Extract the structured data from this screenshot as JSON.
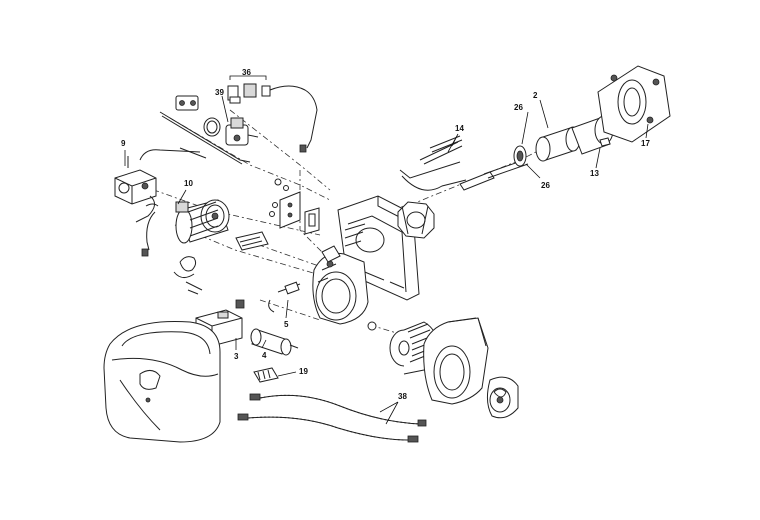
{
  "callouts": {
    "c36": "36",
    "c39": "39",
    "c9": "9",
    "c10": "10",
    "c14": "14",
    "c26a": "26",
    "c26b": "26",
    "c2": "2",
    "c13": "13",
    "c17": "17",
    "c5": "5",
    "c4": "4",
    "c3": "3",
    "c19": "19",
    "c38": "38"
  }
}
